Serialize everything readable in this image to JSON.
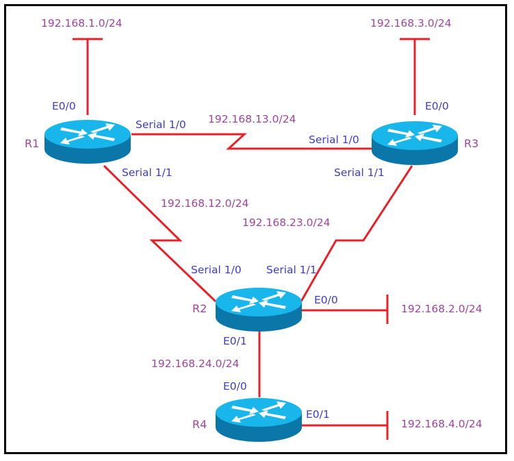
{
  "colors": {
    "link": "#e8202a",
    "network_label": "#a0449e",
    "interface_label": "#3d3dcf",
    "router_top": "#19b6ec",
    "router_side": "#0a77a8",
    "router_arrows": "#ffffff",
    "frame": "#000000"
  },
  "routers": [
    {
      "id": "R1",
      "label": "R1",
      "icon": "router-icon"
    },
    {
      "id": "R2",
      "label": "R2",
      "icon": "router-icon"
    },
    {
      "id": "R3",
      "label": "R3",
      "icon": "router-icon"
    },
    {
      "id": "R4",
      "label": "R4",
      "icon": "router-icon"
    }
  ],
  "networks": {
    "n1": "192.168.1.0/24",
    "n3": "192.168.3.0/24",
    "n13": "192.168.13.0/24",
    "n12": "192.168.12.0/24",
    "n23": "192.168.23.0/24",
    "n2": "192.168.2.0/24",
    "n24": "192.168.24.0/24",
    "n4": "192.168.4.0/24"
  },
  "interfaces": {
    "r1_e00": "E0/0",
    "r1_s10": "Serial 1/0",
    "r1_s11": "Serial 1/1",
    "r3_e00": "E0/0",
    "r3_s10": "Serial 1/0",
    "r3_s11": "Serial 1/1",
    "r2_s10": "Serial 1/0",
    "r2_s11": "Serial 1/1",
    "r2_e00": "E0/0",
    "r2_e01": "E0/1",
    "r4_e00": "E0/0",
    "r4_e01": "E0/1"
  },
  "links": [
    {
      "from": "R1",
      "to": "LAN1",
      "type": "ethernet",
      "network": "192.168.1.0/24"
    },
    {
      "from": "R3",
      "to": "LAN3",
      "type": "ethernet",
      "network": "192.168.3.0/24"
    },
    {
      "from": "R1",
      "to": "R3",
      "type": "serial",
      "network": "192.168.13.0/24"
    },
    {
      "from": "R1",
      "to": "R2",
      "type": "serial",
      "network": "192.168.12.0/24"
    },
    {
      "from": "R3",
      "to": "R2",
      "type": "serial",
      "network": "192.168.23.0/24"
    },
    {
      "from": "R2",
      "to": "LAN2",
      "type": "ethernet",
      "network": "192.168.2.0/24"
    },
    {
      "from": "R2",
      "to": "R4",
      "type": "ethernet",
      "network": "192.168.24.0/24"
    },
    {
      "from": "R4",
      "to": "LAN4",
      "type": "ethernet",
      "network": "192.168.4.0/24"
    }
  ]
}
